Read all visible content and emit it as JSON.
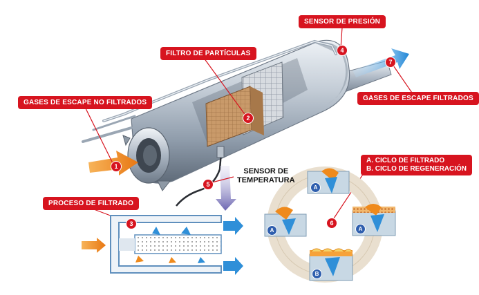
{
  "labels": {
    "sensor_presion": "SENSOR DE PRESIÓN",
    "filtro_particulas": "FILTRO DE PARTÍCULAS",
    "gases_no_filtrados": "GASES DE ESCAPE NO FILTRADOS",
    "gases_filtrados": "GASES DE ESCAPE FILTRADOS",
    "sensor_temperatura_1": "SENSOR DE",
    "sensor_temperatura_2": "TEMPERATURA",
    "proceso_filtrado": "PROCESO DE FILTRADO",
    "ciclo_a": "A. CICLO DE FILTRADO",
    "ciclo_b": "B. CICLO DE REGENERACIÓN"
  },
  "markers": {
    "m1": "1",
    "m2": "2",
    "m3": "3",
    "m4": "4",
    "m5": "5",
    "m6": "6",
    "m7": "7"
  },
  "cycle_badges": {
    "top": "A",
    "left": "A",
    "right": "A",
    "bottom": "B"
  },
  "colors": {
    "label_red": "#d7141f",
    "metal": "#9aa7b4",
    "arrow_blue": "#2f8fd8",
    "arrow_orange": "#ef8a1c",
    "ring_beige": "#e9dfcf"
  }
}
